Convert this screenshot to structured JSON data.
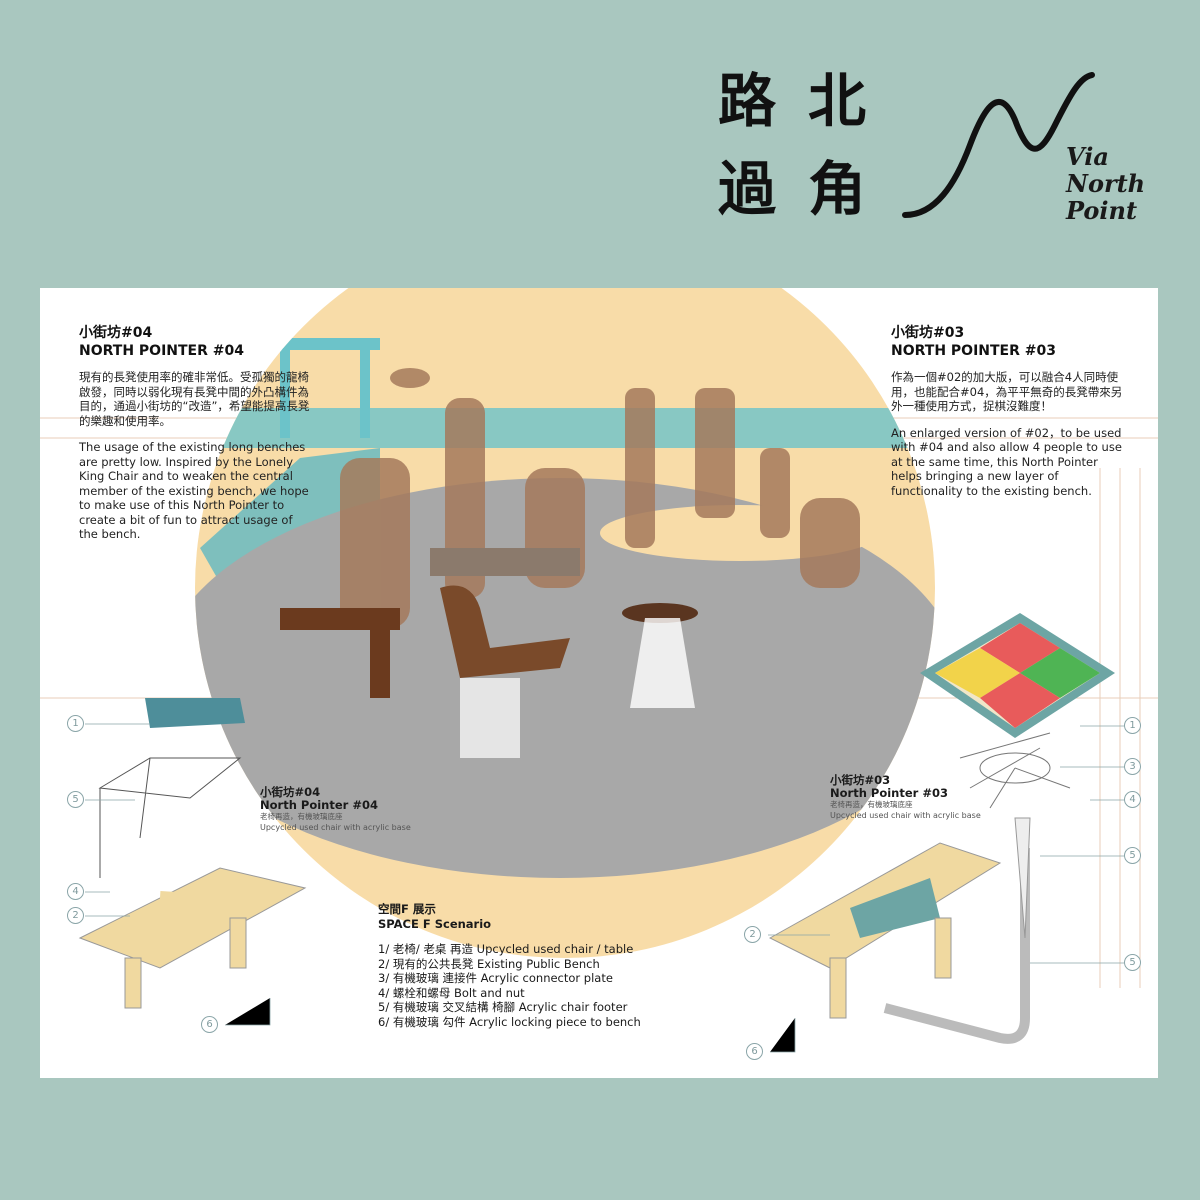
{
  "header": {
    "title_chars": [
      "路",
      "北",
      "過",
      "角"
    ],
    "logo_text": [
      "Via",
      "North",
      "Point"
    ]
  },
  "left_block": {
    "title_zh": "小街坊#04",
    "title_en": "NORTH POINTER #04",
    "body_zh": "現有的長凳使用率的確非常低。受孤獨的龍椅啟發，同時以弱化現有長凳中間的外凸構件為目的，通過小街坊的“改造”，希望能提高長凳的樂趣和使用率。",
    "body_en": "The usage of the existing long benches are pretty low. Inspired by the Lonely King Chair and to weaken the central member of the existing bench, we hope to make use of this North Pointer to create a bit of fun to attract usage of the bench."
  },
  "right_block": {
    "title_zh": "小街坊#03",
    "title_en": "NORTH POINTER #03",
    "body_zh": "作為一個#02的加大版，可以融合4人同時使用，也能配合#04，為平平無奇的長凳帶來另外一種使用方式，捉棋沒難度！",
    "body_en": "An enlarged version of #02，to be used with #04 and also allow 4 people to use at the same time, this North Pointer helps bringing a new layer of functionality to the existing bench."
  },
  "caption_04": {
    "title_zh": "小街坊#04",
    "title_en": "North Pointer #04",
    "sub_zh": "老椅再造，有機玻璃底座",
    "sub_en": "Upcycled used chair with acrylic base"
  },
  "caption_03": {
    "title_zh": "小街坊#03",
    "title_en": "North Pointer #03",
    "sub_zh": "老椅再造，有機玻璃底座",
    "sub_en": "Upcycled used chair with acrylic base"
  },
  "legend": {
    "title_zh": "空間F 展示",
    "title_en": "SPACE F Scenario",
    "items": [
      "1/ 老椅/ 老桌 再造 Upcycled used chair / table",
      "2/ 現有的公共長凳 Existing Public Bench",
      "3/ 有機玻璃 連接件 Acrylic connector plate",
      "4/ 螺栓和螺母 Bolt and nut",
      "5/ 有機玻璃 交叉結構 椅腳 Acrylic chair footer",
      "6/ 有機玻璃 勾件 Acrylic locking piece to bench"
    ]
  },
  "callouts": {
    "left": [
      "1",
      "5",
      "4",
      "2",
      "6"
    ],
    "right": [
      "1",
      "3",
      "4",
      "5",
      "2",
      "5",
      "6"
    ]
  },
  "colors": {
    "background": "#a9c7bf",
    "circle": "#f8dca8",
    "floor": "#a8a8a8",
    "sea": "#6cc3c9",
    "wood": "#f0d9a0"
  }
}
